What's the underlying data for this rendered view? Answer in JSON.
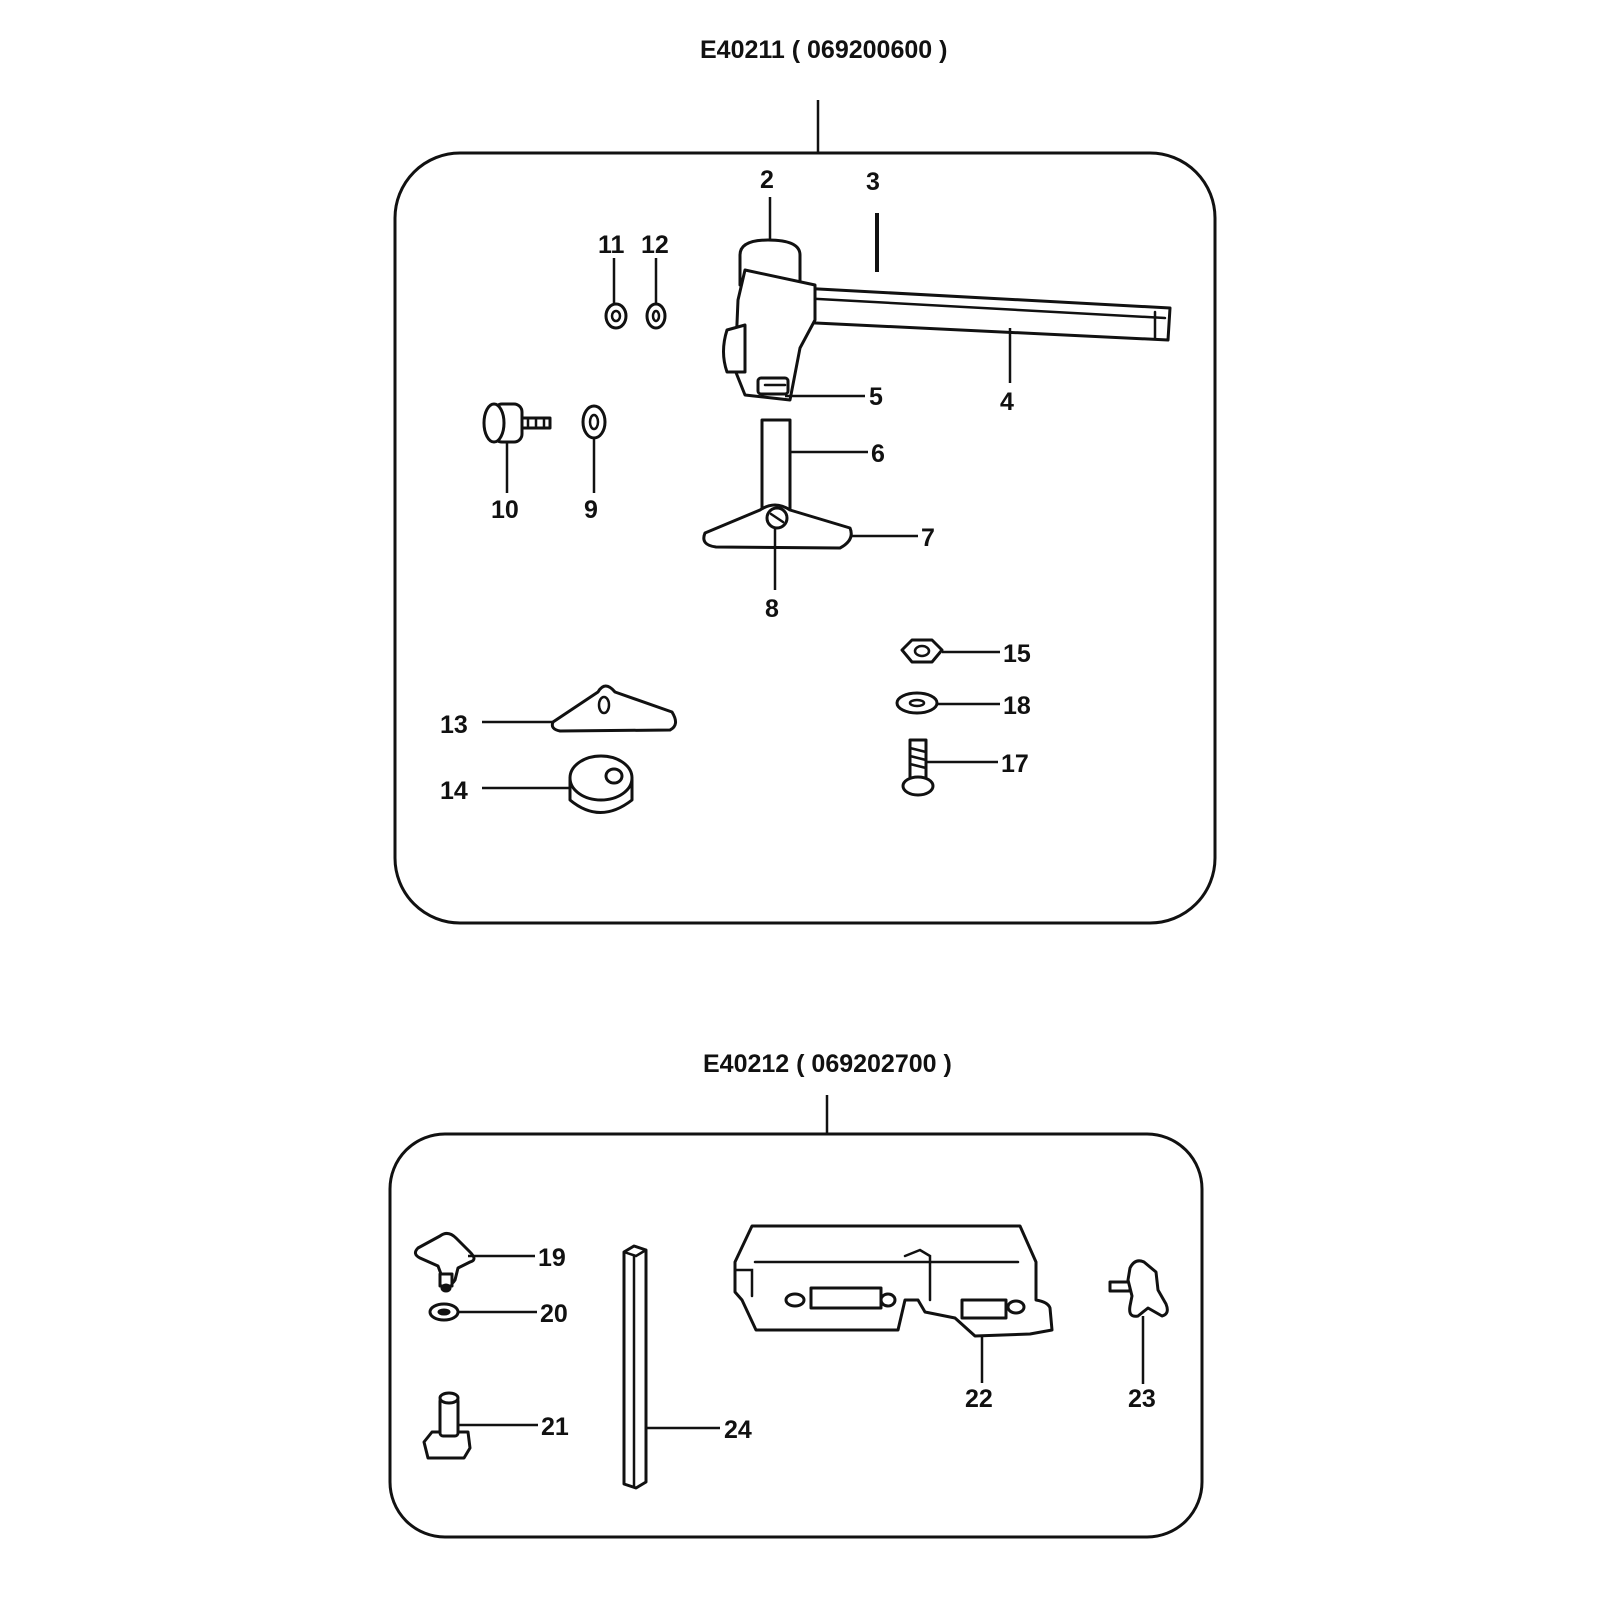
{
  "assemblies": [
    {
      "title": "E40211 ( 069200600 )",
      "callouts": [
        "2",
        "3",
        "4",
        "5",
        "6",
        "7",
        "8",
        "9",
        "10",
        "11",
        "12",
        "13",
        "14",
        "15",
        "17",
        "18"
      ]
    },
    {
      "title": "E40212 ( 069202700 )",
      "callouts": [
        "19",
        "20",
        "21",
        "22",
        "23",
        "24"
      ]
    }
  ]
}
